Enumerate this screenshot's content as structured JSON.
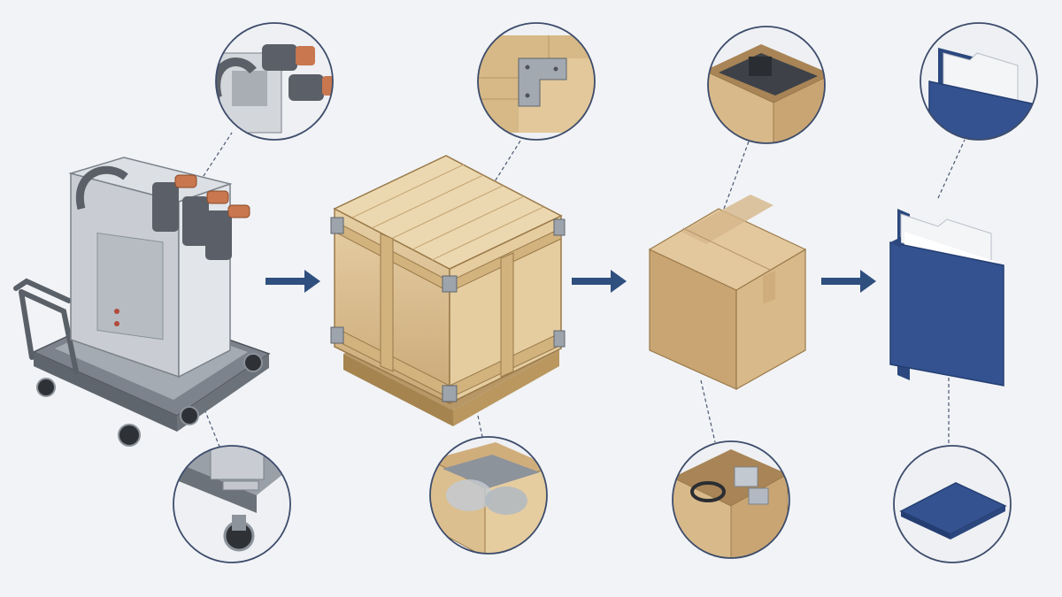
{
  "stages": [
    {
      "id": "breaker",
      "icon": "vacuum-circuit-breaker-on-trolley-icon"
    },
    {
      "id": "crate",
      "icon": "wooden-crate-on-pallet-icon"
    },
    {
      "id": "carton",
      "icon": "cardboard-carton-icon"
    },
    {
      "id": "folder",
      "icon": "document-folder-icon"
    }
  ],
  "details": [
    {
      "stage": "breaker",
      "icon": "pole-terminal-closeup-icon"
    },
    {
      "stage": "breaker",
      "icon": "trolley-wheel-closeup-icon"
    },
    {
      "stage": "crate",
      "icon": "corner-bracket-closeup-icon"
    },
    {
      "stage": "crate",
      "icon": "wrapped-parts-inside-crate-icon"
    },
    {
      "stage": "carton",
      "icon": "foam-insert-inside-carton-icon"
    },
    {
      "stage": "carton",
      "icon": "cables-and-accessories-icon"
    },
    {
      "stage": "folder",
      "icon": "documents-in-folder-icon"
    },
    {
      "stage": "folder",
      "icon": "closed-binder-icon"
    }
  ],
  "colors": {
    "background": "#f1f3f6",
    "arrow": "#2f4f7f",
    "circle_outline": "#3d4c6b",
    "wood": "#dcbf8e",
    "cardboard": "#c9a574",
    "folder_blue": "#34528f",
    "steel": "#b9bec6"
  }
}
